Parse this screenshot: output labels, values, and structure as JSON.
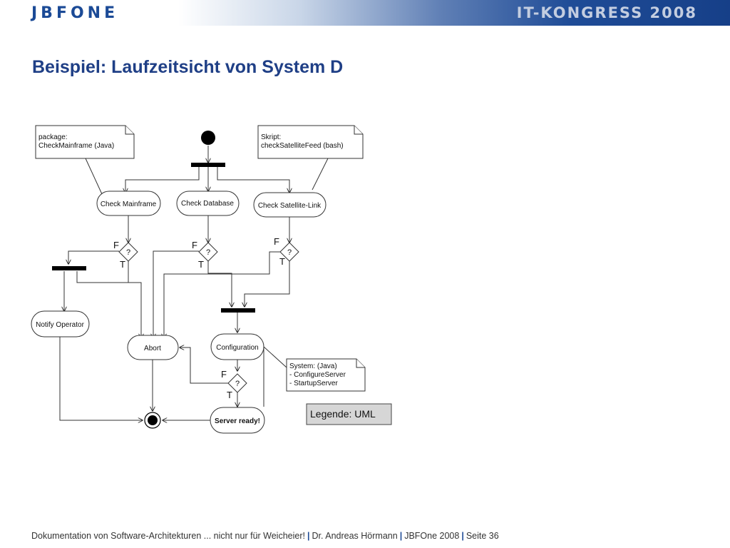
{
  "header": {
    "logo": "JBFONE",
    "event": "IT-KONGRESS 2008"
  },
  "slide": {
    "title": "Beispiel: Laufzeitsicht von System D"
  },
  "diagram": {
    "actions": {
      "check_mainframe": "Check Mainframe",
      "check_database": "Check Database",
      "check_satellite": "Check Satellite-Link",
      "notify_operator": "Notify Operator",
      "abort": "Abort",
      "configuration": "Configuration",
      "server_ready": "Server ready!"
    },
    "notes": {
      "mainframe_line1": "package:",
      "mainframe_line2": "CheckMainframe (Java)",
      "satellite_line1": "Skript:",
      "satellite_line2": "checkSatelliteFeed (bash)",
      "system_line1": "System: (Java)",
      "system_line2": "- ConfigureServer",
      "system_line3": "- StartupServer"
    },
    "guards": {
      "false": "F",
      "true": "T",
      "question": "?"
    },
    "legend": "Legende: UML"
  },
  "footer": {
    "course": "Dokumentation von Software-Architekturen ... nicht nur für Weicheier!",
    "author": "Dr. Andreas Hörmann",
    "event": "JBFOne 2008",
    "page": "Seite 36"
  }
}
